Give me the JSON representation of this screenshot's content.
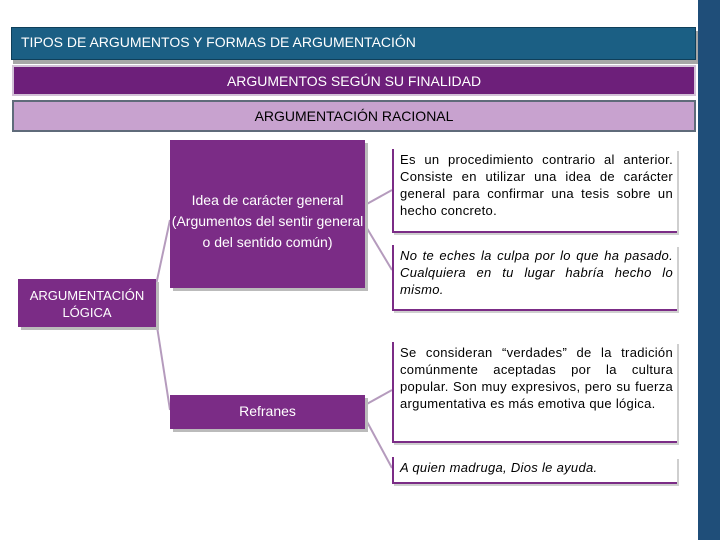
{
  "header": {
    "title": "TIPOS DE ARGUMENTOS Y FORMAS DE ARGUMENTACIÓN"
  },
  "bands": {
    "finalidad": "ARGUMENTOS SEGÚN SU FINALIDAD",
    "racional": "ARGUMENTACIÓN RACIONAL"
  },
  "nodes": {
    "logica": "ARGUMENTACIÓN LÓGICA",
    "idea": "Idea de carácter general (Argumentos del sentir general o del sentido común)",
    "refranes": "Refranes"
  },
  "texts": {
    "idea_desc": "Es un procedimiento contrario al anterior. Consiste en utilizar una idea de carácter general para confirmar una tesis sobre un hecho concreto.",
    "idea_example": "No te eches la culpa por lo que ha pasado. Cualquiera en tu lugar habría hecho lo mismo.",
    "refranes_desc": "Se consideran “verdades” de la tradición comúnmente aceptadas por la cultura popular. Son muy expresivos, pero su fuerza argumentativa es más emotiva que lógica.",
    "refranes_example": "A quien madruga, Dios le ayuda."
  },
  "colors": {
    "header": "#1b5f84",
    "purple": "#7b2c86",
    "band_dark": "#6d1f7a",
    "band_light": "#c8a2cf",
    "right_bar": "#1f4e79"
  }
}
